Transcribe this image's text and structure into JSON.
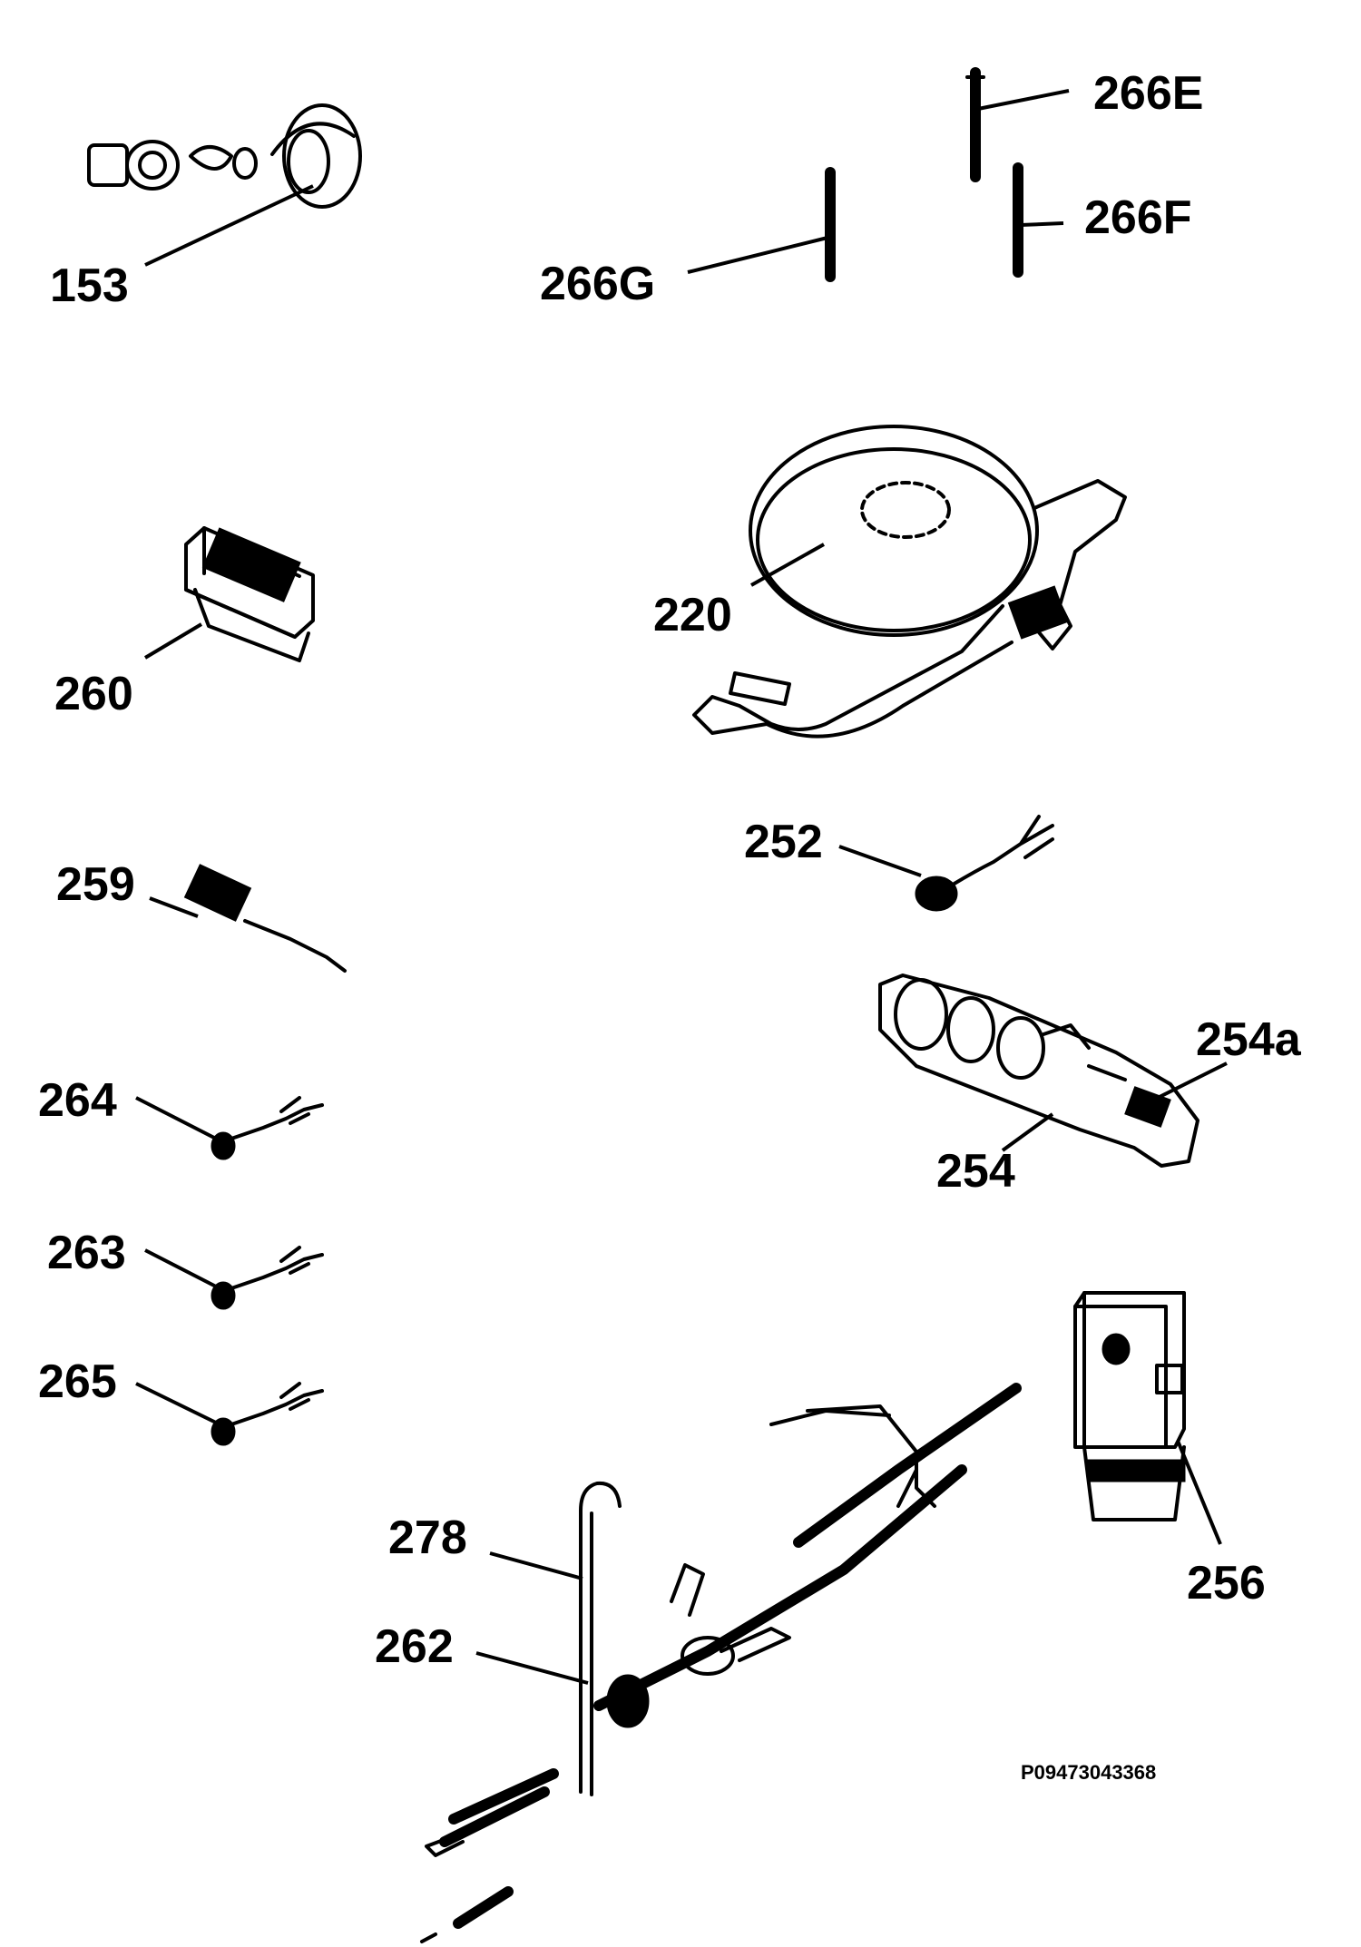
{
  "diagram": {
    "labels": {
      "p153": "153",
      "p266E": "266E",
      "p266F": "266F",
      "p266G": "266G",
      "p220": "220",
      "p260": "260",
      "p252": "252",
      "p259": "259",
      "p254a": "254a",
      "p254": "254",
      "p264": "264",
      "p263": "263",
      "p265": "265",
      "p278": "278",
      "p262": "262",
      "p256": "256"
    },
    "code": "P09473043368"
  }
}
